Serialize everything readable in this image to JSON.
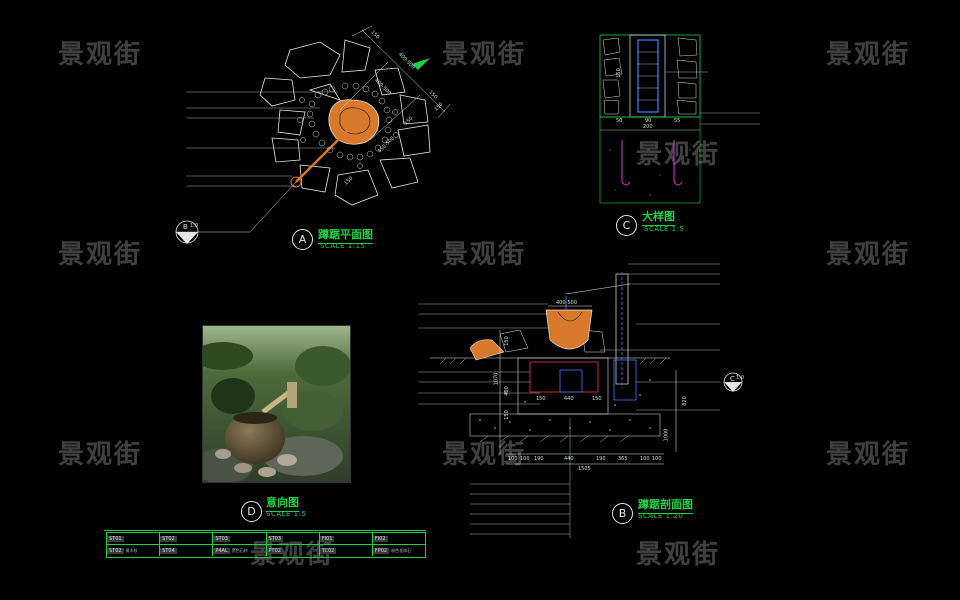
{
  "watermark": "景观街",
  "panels": {
    "a": {
      "letter": "A",
      "title": "蹲踞平面图",
      "scale": "SCALE    1:15"
    },
    "b": {
      "letter": "B",
      "title": "蹲踞剖面图",
      "scale": "SCALE    1:20"
    },
    "c": {
      "letter": "C",
      "title": "大样图",
      "scale": "SCALE  1:5"
    },
    "d": {
      "letter": "D",
      "title": "意向图",
      "scale": "SCALE  1:5"
    }
  },
  "callouts": {
    "a_mark": "B",
    "a_mark_sub": "1:0",
    "b_mark": "C",
    "b_mark_sub": "1:0"
  },
  "dims_plan": [
    "150",
    "400-500",
    "150",
    "150",
    "400-500",
    "150",
    "450-500",
    "150"
  ],
  "dims_section_bottom": [
    "100",
    "100",
    "190",
    "440",
    "190",
    "365",
    "100",
    "100"
  ],
  "dims_section_total": "1505",
  "dims_section_mid": [
    "150",
    "440",
    "150"
  ],
  "dims_section_top": "400-500",
  "dims_section_right": [
    "820",
    "1000"
  ],
  "dims_section_left": [
    "150",
    "1070",
    "400",
    "150"
  ],
  "dims_detail": [
    "50",
    "90",
    "55",
    "200",
    "150"
  ],
  "legend_table": {
    "row1": [
      {
        "k": "ST01",
        "v": ""
      },
      {
        "k": "ST02",
        "v": ""
      },
      {
        "k": "ST03",
        "v": ""
      },
      {
        "k": "ST03",
        "v": ""
      },
      {
        "k": "FI01",
        "v": ""
      },
      {
        "k": "FI02",
        "v": ""
      }
    ],
    "row2": [
      {
        "k": "ST02",
        "v": "黄木纹"
      },
      {
        "k": "ST04",
        "v": ""
      },
      {
        "k": "P4AL",
        "v": "黑色石材"
      },
      {
        "k": "PT02",
        "v": ""
      },
      {
        "k": "TC02",
        "v": ""
      },
      {
        "k": "FP02",
        "v": "粉色花岗石"
      }
    ]
  }
}
